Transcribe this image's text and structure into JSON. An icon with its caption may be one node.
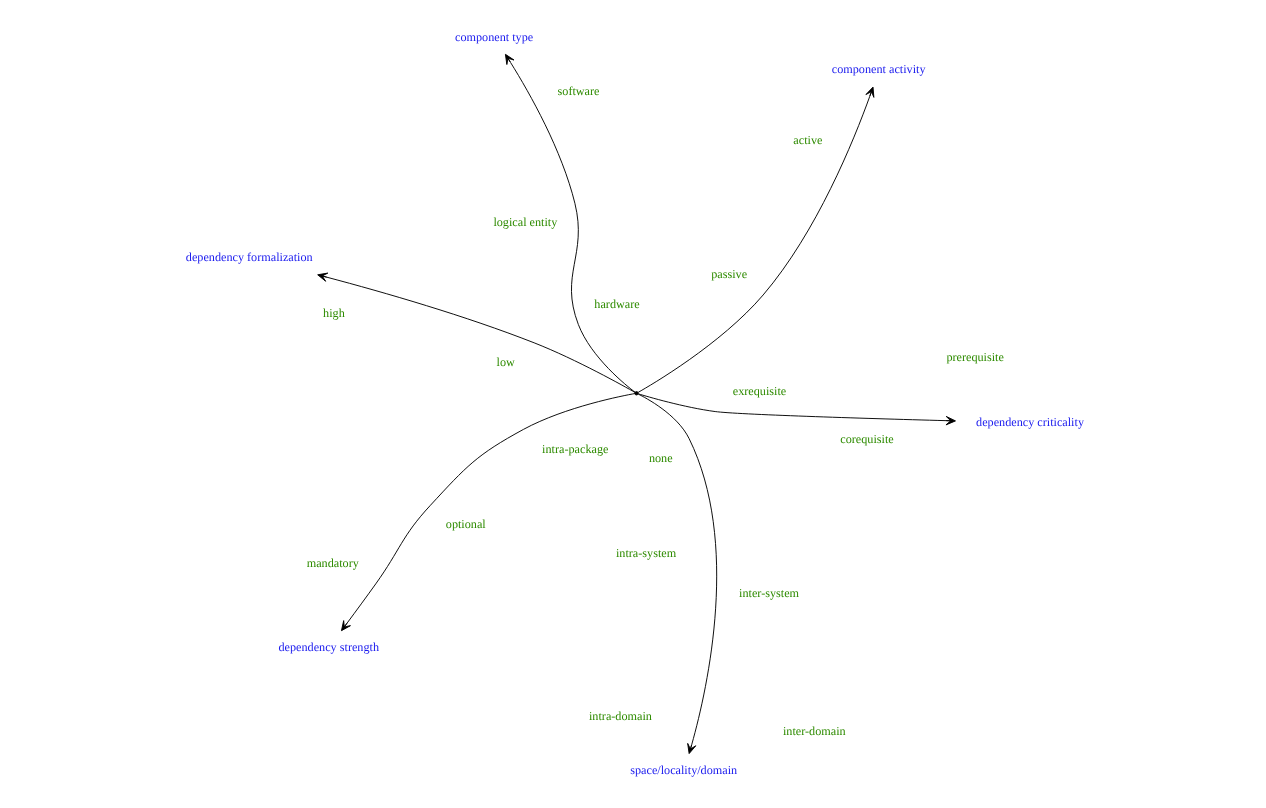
{
  "diagram": {
    "nodes": [
      {
        "text": [],
        "shape": "point"
      },
      {
        "text": [
          "space/locality/domain"
        ]
      },
      {
        "text": [
          "dependency criticality"
        ]
      },
      {
        "text": [
          "dependency formalization"
        ]
      },
      {
        "text": [
          "component activity"
        ]
      },
      {
        "text": [
          "component type"
        ]
      },
      {
        "text": [
          "dependency strength"
        ]
      }
    ],
    "edges": [
      {
        "from": 0,
        "to": 1,
        "arrow": "to"
      },
      {
        "from": 0,
        "to": 2,
        "arrow": "to"
      },
      {
        "from": 0,
        "to": 3,
        "arrow": "to"
      },
      {
        "from": 0,
        "to": 4,
        "arrow": "to"
      },
      {
        "from": 0,
        "to": 5,
        "arrow": "to"
      },
      {
        "from": 0,
        "to": 6,
        "arrow": "to"
      }
    ],
    "labels": [
      "inter-domain",
      "intra-domain",
      "inter-system",
      "intra-system",
      "intra-package",
      "prerequisite",
      "corequisite",
      "exrequisite",
      "none",
      "optional",
      "mandatory",
      "low",
      "high",
      "hardware",
      "logical entity",
      "software",
      "passive",
      "active"
    ]
  }
}
